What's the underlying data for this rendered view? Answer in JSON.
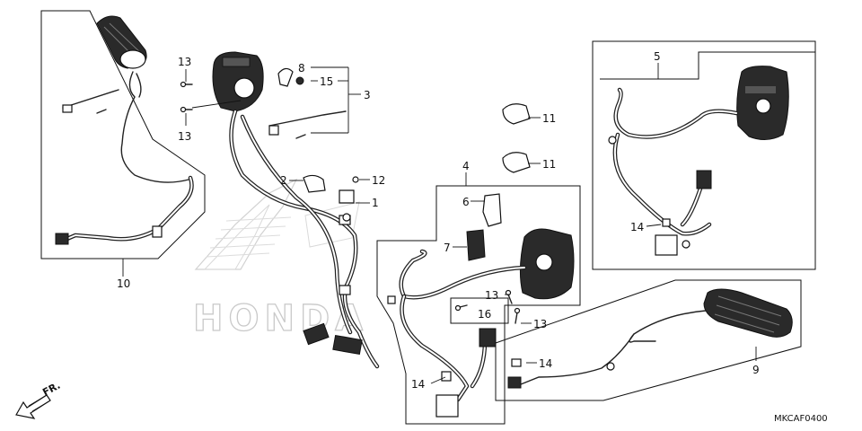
{
  "diagram_code": "MKCAF0400",
  "direction_label": "FR.",
  "watermark_text": "HONDA",
  "callouts": {
    "c1": "1",
    "c2": "2",
    "c3": "3",
    "c4": "4",
    "c5": "5",
    "c6": "6",
    "c7": "7",
    "c8": "8",
    "c9": "9",
    "c10": "10",
    "c11a": "11",
    "c11b": "11",
    "c12": "12",
    "c13a": "13",
    "c13b": "13",
    "c13c": "13",
    "c13d": "13",
    "c14a": "14",
    "c14b": "14",
    "c14c": "14",
    "c15": "15",
    "c16": "16"
  }
}
